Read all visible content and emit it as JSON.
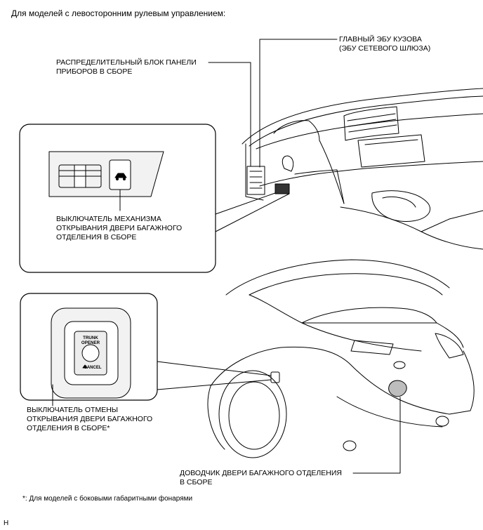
{
  "heading": "Для моделей с левосторонним рулевым управлением:",
  "labels": {
    "body_ecu_line1": "ГЛАВНЫЙ ЭБУ КУЗОВА",
    "body_ecu_line2": "(ЭБУ СЕТЕВОГО ШЛЮЗА)",
    "junction_block_line1": "РАСПРЕДЕЛИТЕЛЬНЫЙ БЛОК ПАНЕЛИ",
    "junction_block_line2": "ПРИБОРОВ В СБОРЕ",
    "opener_switch_line1": "ВЫКЛЮЧАТЕЛЬ МЕХАНИЗМА",
    "opener_switch_line2": "ОТКРЫВАНИЯ ДВЕРИ БАГАЖНОГО",
    "opener_switch_line3": "ОТДЕЛЕНИЯ В СБОРЕ",
    "cancel_switch_line1": "ВЫКЛЮЧАТЕЛЬ ОТМЕНЫ",
    "cancel_switch_line2": "ОТКРЫВАНИЯ ДВЕРИ БАГАЖНОГО",
    "cancel_switch_line3": "ОТДЕЛЕНИЯ В СБОРЕ*",
    "closer_line1": "ДОВОДЧИК ДВЕРИ БАГАЖНОГО ОТДЕЛЕНИЯ",
    "closer_line2": "В СБОРЕ"
  },
  "switch_text": {
    "top1": "TRUNK",
    "top2": "OPENER",
    "bottom": "CANCEL"
  },
  "footnote": "*: Для моделей с боковыми габаритными фонарями",
  "corner_mark": "H",
  "colors": {
    "line": "#000000",
    "box_fill": "#f2f2f2",
    "switch_fill": "#ededed"
  }
}
